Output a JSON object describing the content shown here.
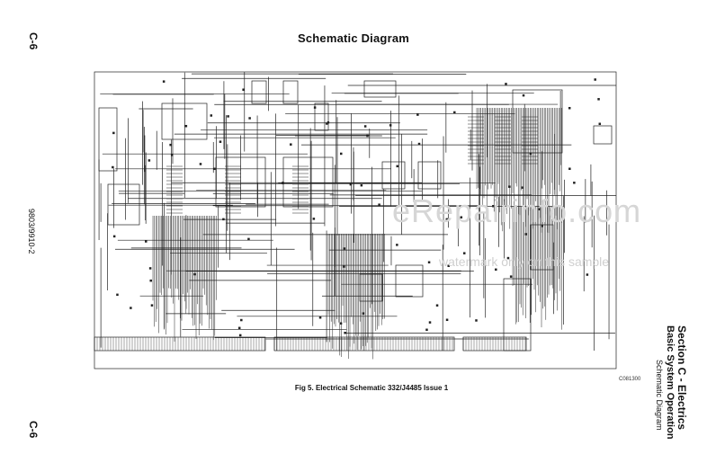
{
  "page": {
    "title": "Schematic Diagram",
    "page_number_top": "C-6",
    "page_number_bottom": "C-6",
    "document_number": "9803/9910-2",
    "section_title": "Section C - Electrics",
    "subsection_title": "Basic System Operation",
    "subsubsection_title": "Schematic Diagram",
    "figure_caption": "Fig 5. Electrical Schematic 332/J4485 Issue 1",
    "figure_ref": "C081300"
  },
  "watermark": {
    "site": "eRepairinfo.com",
    "notice": "watermark only on this sample"
  },
  "colors": {
    "ink": "#111111",
    "watermark": "#d6d6d6"
  }
}
